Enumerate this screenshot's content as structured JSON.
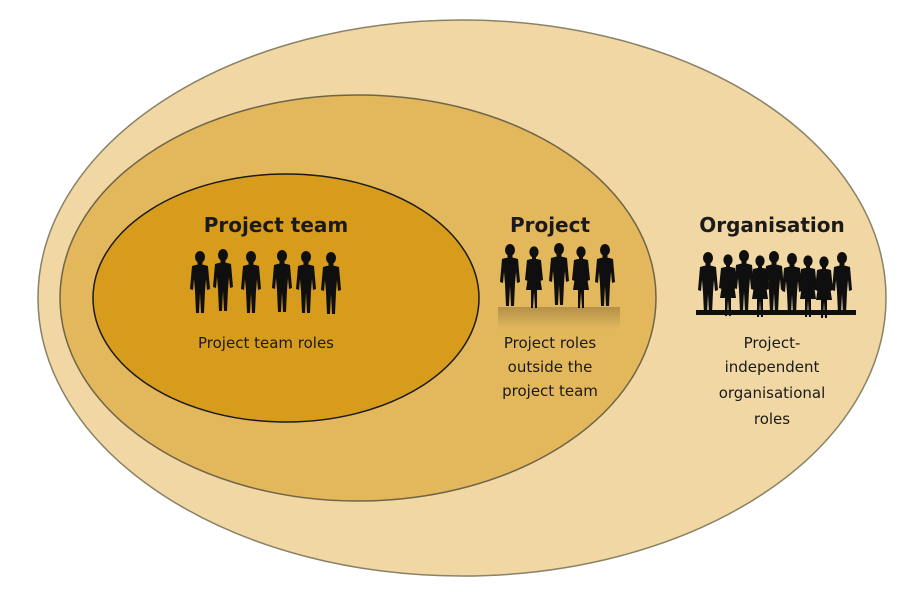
{
  "colors": {
    "outer_fill": "#F0D7A3",
    "middle_fill": "#E3B75C",
    "inner_fill": "#D89C1C",
    "outline": "#6e6548",
    "inner_outline": "#1a1a1a",
    "silhouette": "#0f0f0f"
  },
  "organisation": {
    "title": "Organisation",
    "caption": [
      "Project-",
      "independent",
      "organisational",
      "roles"
    ]
  },
  "project": {
    "title": "Project",
    "caption": [
      "Project roles",
      "outside the",
      "project team"
    ]
  },
  "project_team": {
    "title": "Project team",
    "caption": [
      "Project team roles"
    ]
  },
  "icons": {
    "team_group": "people-silhouettes-icon",
    "project_group": "people-silhouettes-icon",
    "organisation_group": "crowd-silhouettes-icon"
  }
}
